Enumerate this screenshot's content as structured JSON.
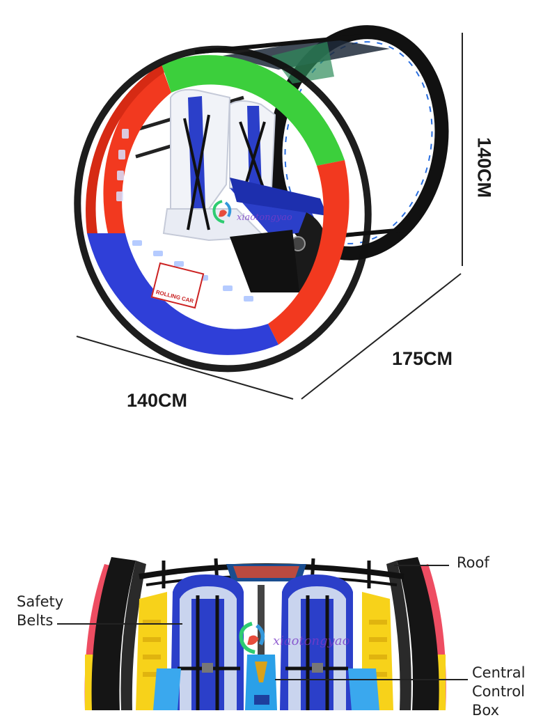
{
  "dimensions": {
    "height_label": "140CM",
    "depth_label": "175CM",
    "width_label": "140CM"
  },
  "watermark": {
    "text": "xiaotongyao"
  },
  "product_badge": {
    "text": "ROLLING CAR"
  },
  "callouts": {
    "roof": "Roof",
    "safety_belts_line1": "Safety",
    "safety_belts_line2": "Belts",
    "control_box_line1": "Central",
    "control_box_line2": "Control",
    "control_box_line3": "Box"
  },
  "colors": {
    "ring_red": "#f2391f",
    "ring_green": "#3ccf3c",
    "ring_blue": "#2f3fd8",
    "frame_black": "#111111",
    "seat_blue": "#2b3fc9",
    "seat_white": "#f1f3f8",
    "yellow": "#f7d21a",
    "pink": "#ee4d62",
    "light_blue": "#3aa8ee"
  }
}
